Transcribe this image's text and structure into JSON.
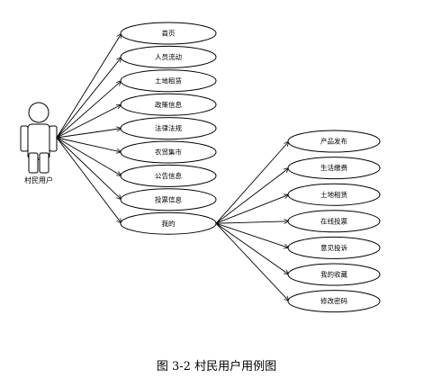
{
  "actor": {
    "name": "村民用户"
  },
  "left_use_cases": [
    {
      "label": "首页"
    },
    {
      "label": "人员流动"
    },
    {
      "label": "土地租赁"
    },
    {
      "label": "政策信息"
    },
    {
      "label": "法律法规"
    },
    {
      "label": "农贸集市"
    },
    {
      "label": "公告信息"
    },
    {
      "label": "投票信息"
    },
    {
      "label": "我的"
    }
  ],
  "right_use_cases": [
    {
      "label": "产品发布"
    },
    {
      "label": "生活缴费"
    },
    {
      "label": "土地租赁"
    },
    {
      "label": "在线投票"
    },
    {
      "label": "意见投诉"
    },
    {
      "label": "我的收藏"
    },
    {
      "label": "修改密码"
    }
  ],
  "caption": "图 3-2 村民用户用例图"
}
